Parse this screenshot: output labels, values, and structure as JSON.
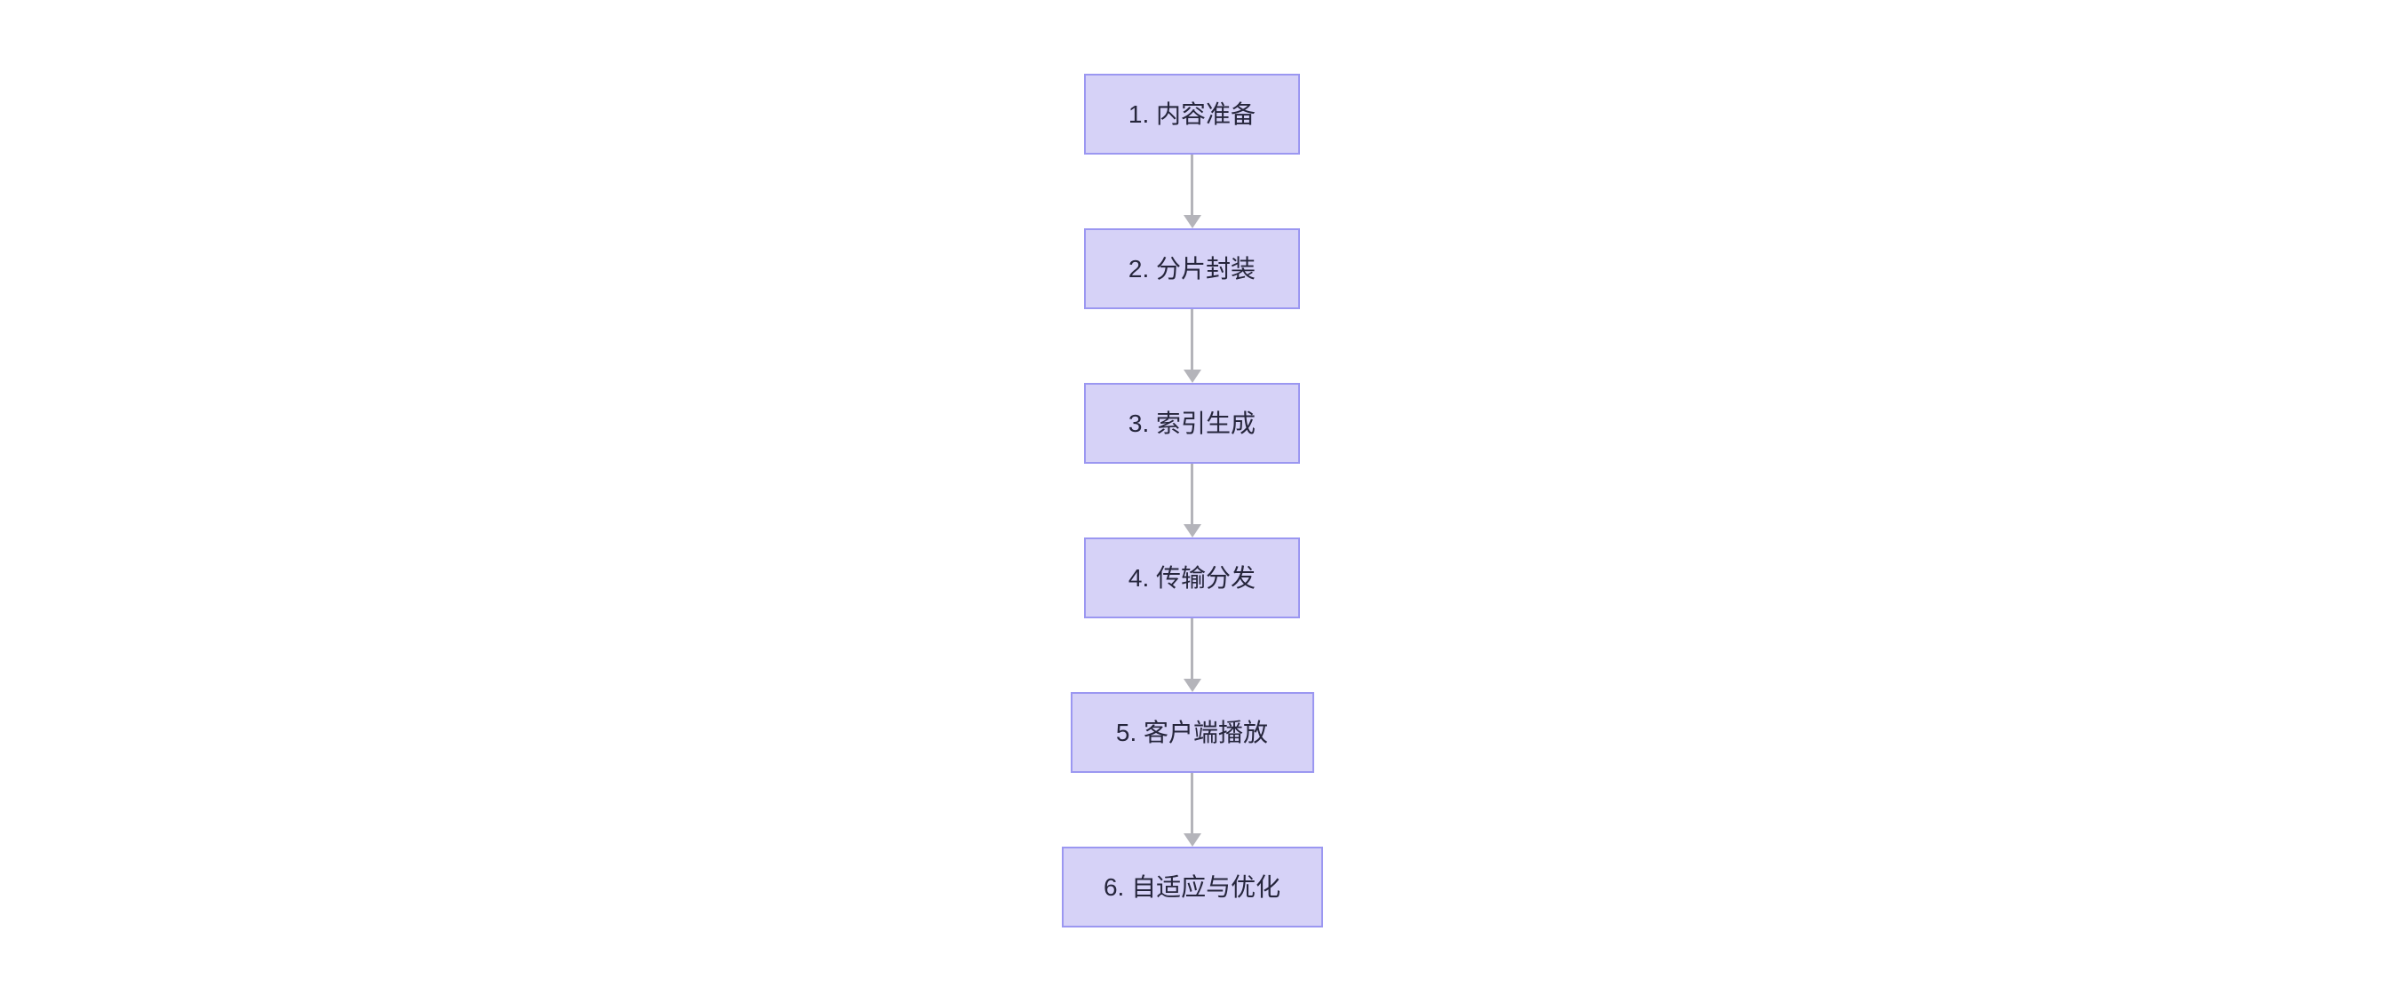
{
  "diagram": {
    "type": "flowchart",
    "direction": "top-down",
    "colors": {
      "node_fill": "#d6d2f7",
      "node_border": "#9b97f1",
      "text_color": "#26263c",
      "arrow_color": "#b4b4ba",
      "background": "#ffffff"
    },
    "nodes": [
      {
        "label": "1. 内容准备"
      },
      {
        "label": "2. 分片封装"
      },
      {
        "label": "3. 索引生成"
      },
      {
        "label": "4. 传输分发"
      },
      {
        "label": "5. 客户端播放"
      },
      {
        "label": "6. 自适应与优化"
      }
    ],
    "edges": [
      {
        "from": "1. 内容准备",
        "to": "2. 分片封装"
      },
      {
        "from": "2. 分片封装",
        "to": "3. 索引生成"
      },
      {
        "from": "3. 索引生成",
        "to": "4. 传输分发"
      },
      {
        "from": "4. 传输分发",
        "to": "5. 客户端播放"
      },
      {
        "from": "5. 客户端播放",
        "to": "6. 自适应与优化"
      }
    ]
  }
}
